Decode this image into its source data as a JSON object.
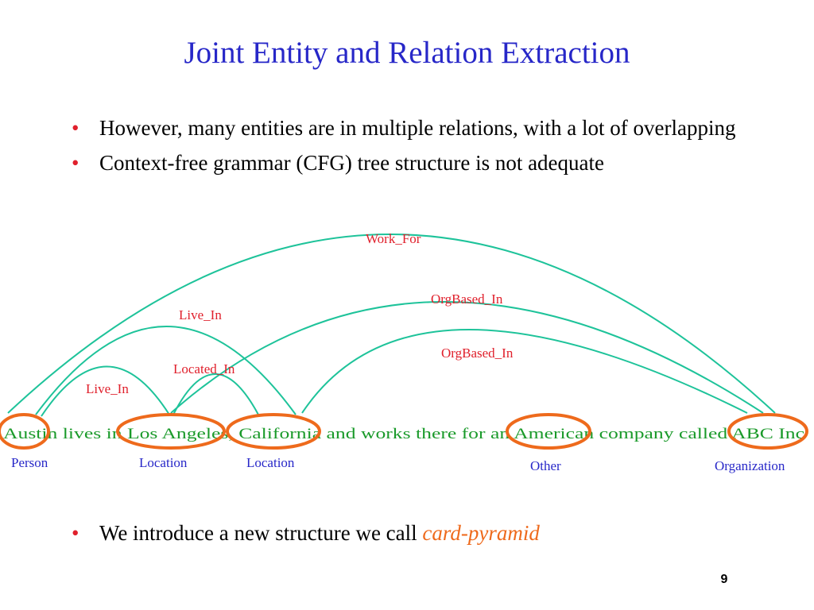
{
  "slide": {
    "title": "Joint Entity and Relation Extraction",
    "bullet_symbol": "•",
    "bullets": [
      "However, many entities are in multiple relations, with a lot of overlapping",
      "Context-free grammar (CFG) tree structure is not adequate"
    ],
    "final_bullet": {
      "text": "We introduce a new structure we call ",
      "emphasis": "card-pyramid"
    },
    "page_number": "9"
  },
  "diagram": {
    "sentence": "Austin lives in Los Angeles, California and works there for an American company called ABC Inc",
    "relations": [
      "Work_For",
      "OrgBased_In",
      "Live_In",
      "OrgBased_In",
      "Located_In",
      "Live_In"
    ],
    "entity_types": [
      "Person",
      "Location",
      "Location",
      "Other",
      "Organization"
    ]
  },
  "colors": {
    "title": "#2727c8",
    "bullet": "#e0202c",
    "relation_label": "#e0202c",
    "sentence": "#1a9a2a",
    "entity_type": "#2727c8",
    "arc": "#1ec39a",
    "entity_circle": "#ee6a1c",
    "emphasis": "#ee6a1c"
  }
}
